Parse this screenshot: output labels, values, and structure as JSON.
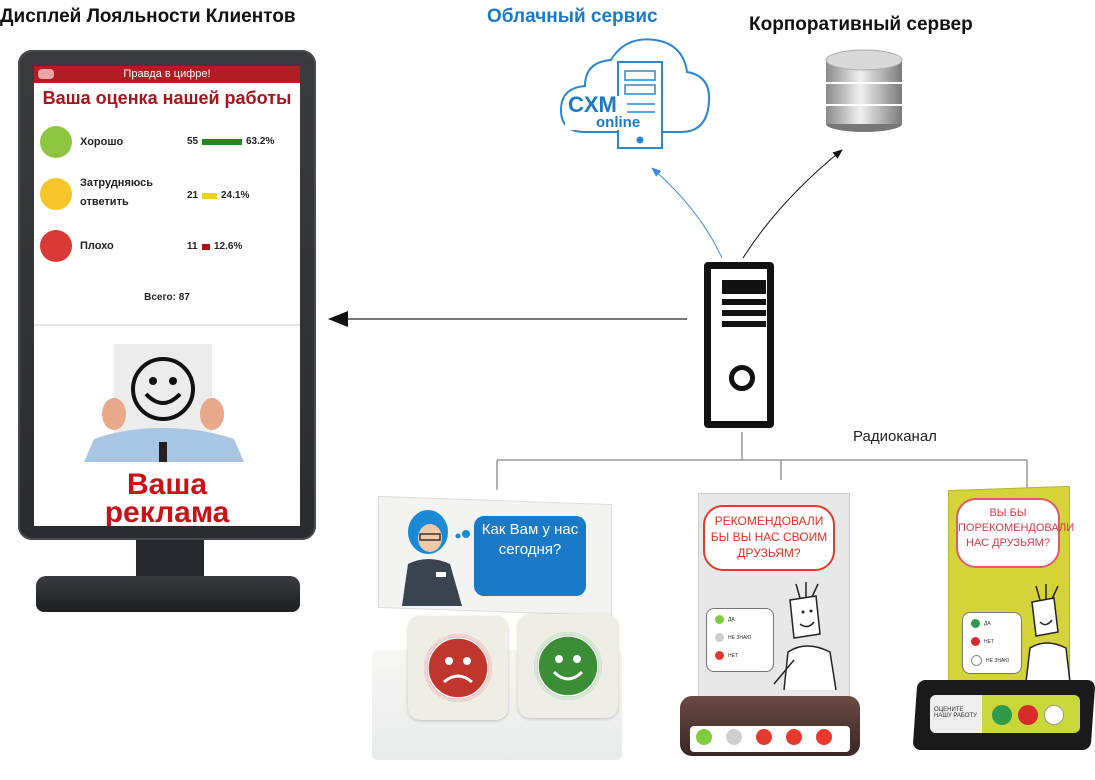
{
  "titles": {
    "display": "Дисплей Лояльности Клиентов",
    "cloud": "Облачный сервис",
    "corporate": "Корпоративный сервер"
  },
  "cloud_logo": {
    "line1": "CXM",
    "line2": "online"
  },
  "radio_label": "Радиоканал",
  "screen": {
    "header": "Правда в цифре!",
    "title": "Ваша оценка нашей работы",
    "rows": [
      {
        "label": "Хорошо",
        "count": "55",
        "percent": "63.2%",
        "share": 0.632,
        "color": "#1e8a1e",
        "face": "#8cc63f"
      },
      {
        "label": "Затрудняюсь ответить",
        "count": "21",
        "percent": "24.1%",
        "share": 0.241,
        "color": "#e8d21a",
        "face": "#f5c52a"
      },
      {
        "label": "Плохо",
        "count": "11",
        "percent": "12.6%",
        "share": 0.126,
        "color": "#b01010",
        "face": "#d93a35"
      }
    ],
    "total_label": "Всего:",
    "total_value": "87",
    "ad_line1": "Ваша",
    "ad_line2": "реклама"
  },
  "device1": {
    "question": "Как Вам у нас сегодня?"
  },
  "device2": {
    "question": "РЕКОМЕНДОВАЛИ БЫ ВЫ НАС СВОИМ ДРУЗЬЯМ?",
    "legend": [
      "ДА",
      "НЕ ЗНАЮ",
      "НЕТ"
    ]
  },
  "device3": {
    "question": "ВЫ БЫ ПОРЕКОМЕНДОВАЛИ НАС ДРУЗЬЯМ?",
    "legend": [
      "ДА",
      "НЕТ",
      "НЕ ЗНАЮ"
    ],
    "panel_label": "ОЦЕНИТЕ НАШУ РАБОТУ"
  },
  "colors": {
    "accent_red": "#b21d23",
    "cloud_blue": "#1a7ac8"
  }
}
